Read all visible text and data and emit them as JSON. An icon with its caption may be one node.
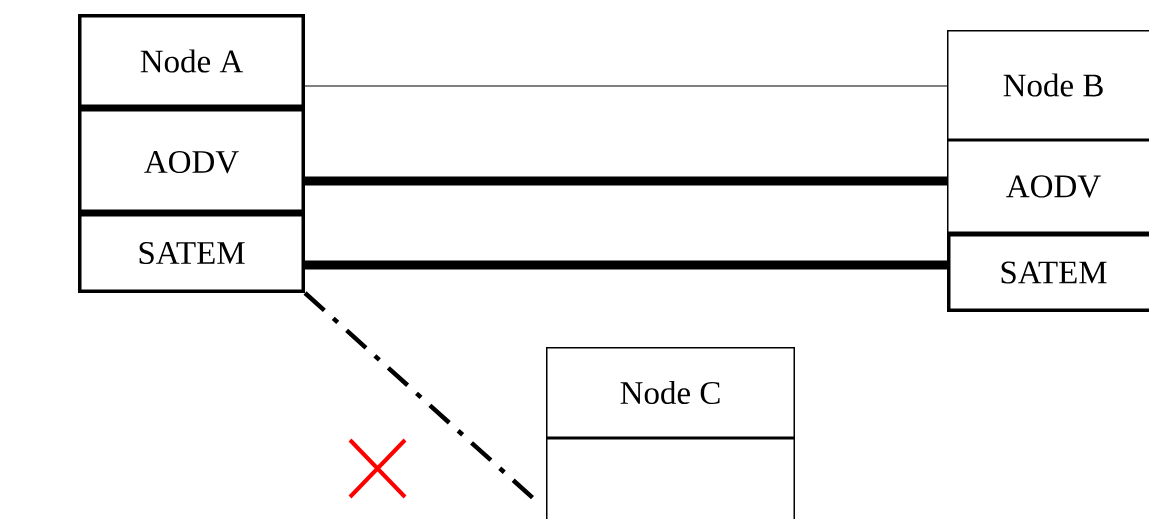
{
  "diagram": {
    "nodes": [
      {
        "text": [
          "Node A"
        ]
      },
      {
        "text": [
          "AODV"
        ]
      },
      {
        "text": [
          "SATEM"
        ]
      },
      {
        "text": [
          "Node B"
        ]
      },
      {
        "text": [
          "AODV"
        ]
      },
      {
        "text": [
          "SATEM"
        ]
      },
      {
        "text": [
          "Node C"
        ]
      },
      {
        "text": [],
        "shape": "box"
      }
    ],
    "edges": [
      {
        "from": 0,
        "to": 3,
        "arrow": "none"
      },
      {
        "from": 1,
        "to": 4,
        "arrow": "none",
        "style": "thick"
      },
      {
        "from": 2,
        "to": 5,
        "arrow": "none",
        "style": "thick"
      },
      {
        "from": 2,
        "to": 7,
        "arrow": "none",
        "style": "dashed"
      }
    ]
  }
}
